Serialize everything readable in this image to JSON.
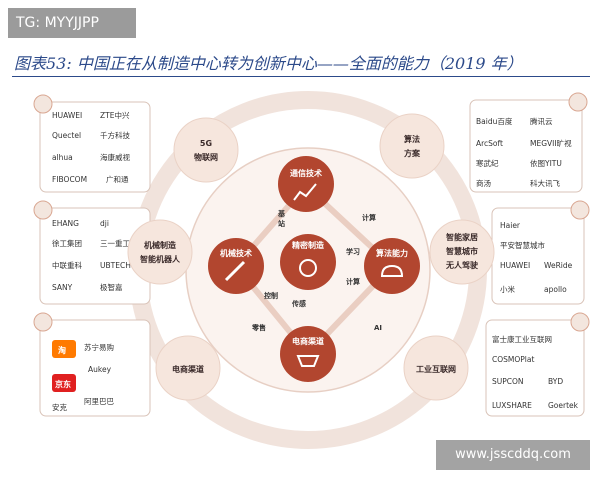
{
  "watermark_top": "TG: MYYJJPP",
  "figure_title": "图表53: 中国正在从制造中心转为创新中心——全面的能力（2019 年）",
  "watermark_bottom": "www.jsscddq.com",
  "colors": {
    "core": "#b2462f",
    "ring_node": "#f6e6dd",
    "panel_border": "#d9c3b8",
    "title": "#2c4a8a"
  },
  "ring_nodes": {
    "n5g": [
      "5G",
      "物联网"
    ],
    "algo_plan": [
      "算法",
      "方案"
    ],
    "robot": [
      "机械制造",
      "智能机器人"
    ],
    "smart_home": [
      "智能家居",
      "智慧城市",
      "无人驾驶"
    ],
    "ecommerce": [
      "电商渠道"
    ],
    "industrial": [
      "工业互联网"
    ]
  },
  "core_nodes": {
    "comm": "通信技术",
    "precision": "精密制造",
    "mech": "机械技术",
    "compute": "算法能力",
    "ecom": "电商渠道"
  },
  "connectors": {
    "base": [
      "基",
      "站"
    ],
    "compute1": "计算",
    "learn": "学习",
    "compute2": "计算",
    "control": "控制",
    "sensor": "传感",
    "ai": "AI",
    "retail": "零售"
  },
  "panels": {
    "telecom": [
      "HUAWEI",
      "ZTE中兴",
      "Quectel",
      "千方科技",
      "alhua",
      "海康威视",
      "FIBOCOM",
      "广和通"
    ],
    "robotics": [
      "EHANG",
      "dji",
      "徐工集团",
      "三一重工",
      "中联重科",
      "UBTECH",
      "SANY",
      "极智嘉"
    ],
    "ecommerce": [
      "淘",
      "苏宁易购",
      "京东",
      "Aukey",
      "阿里巴巴",
      "安克"
    ],
    "ai": [
      "Baidu百度",
      "腾讯云",
      "ArcSoft",
      "MEGVII旷视",
      "寒武纪",
      "依图YITU",
      "商汤",
      "科大讯飞"
    ],
    "smart_city": [
      "Haier",
      "平安智慧城市",
      "HUAWEI",
      "WeRide",
      "apollo",
      "小米"
    ],
    "industrial": [
      "富士康工业互联网",
      "COSMOPlat",
      "SUPCON",
      "BYD",
      "LUXSHARE",
      "Goertek"
    ]
  }
}
